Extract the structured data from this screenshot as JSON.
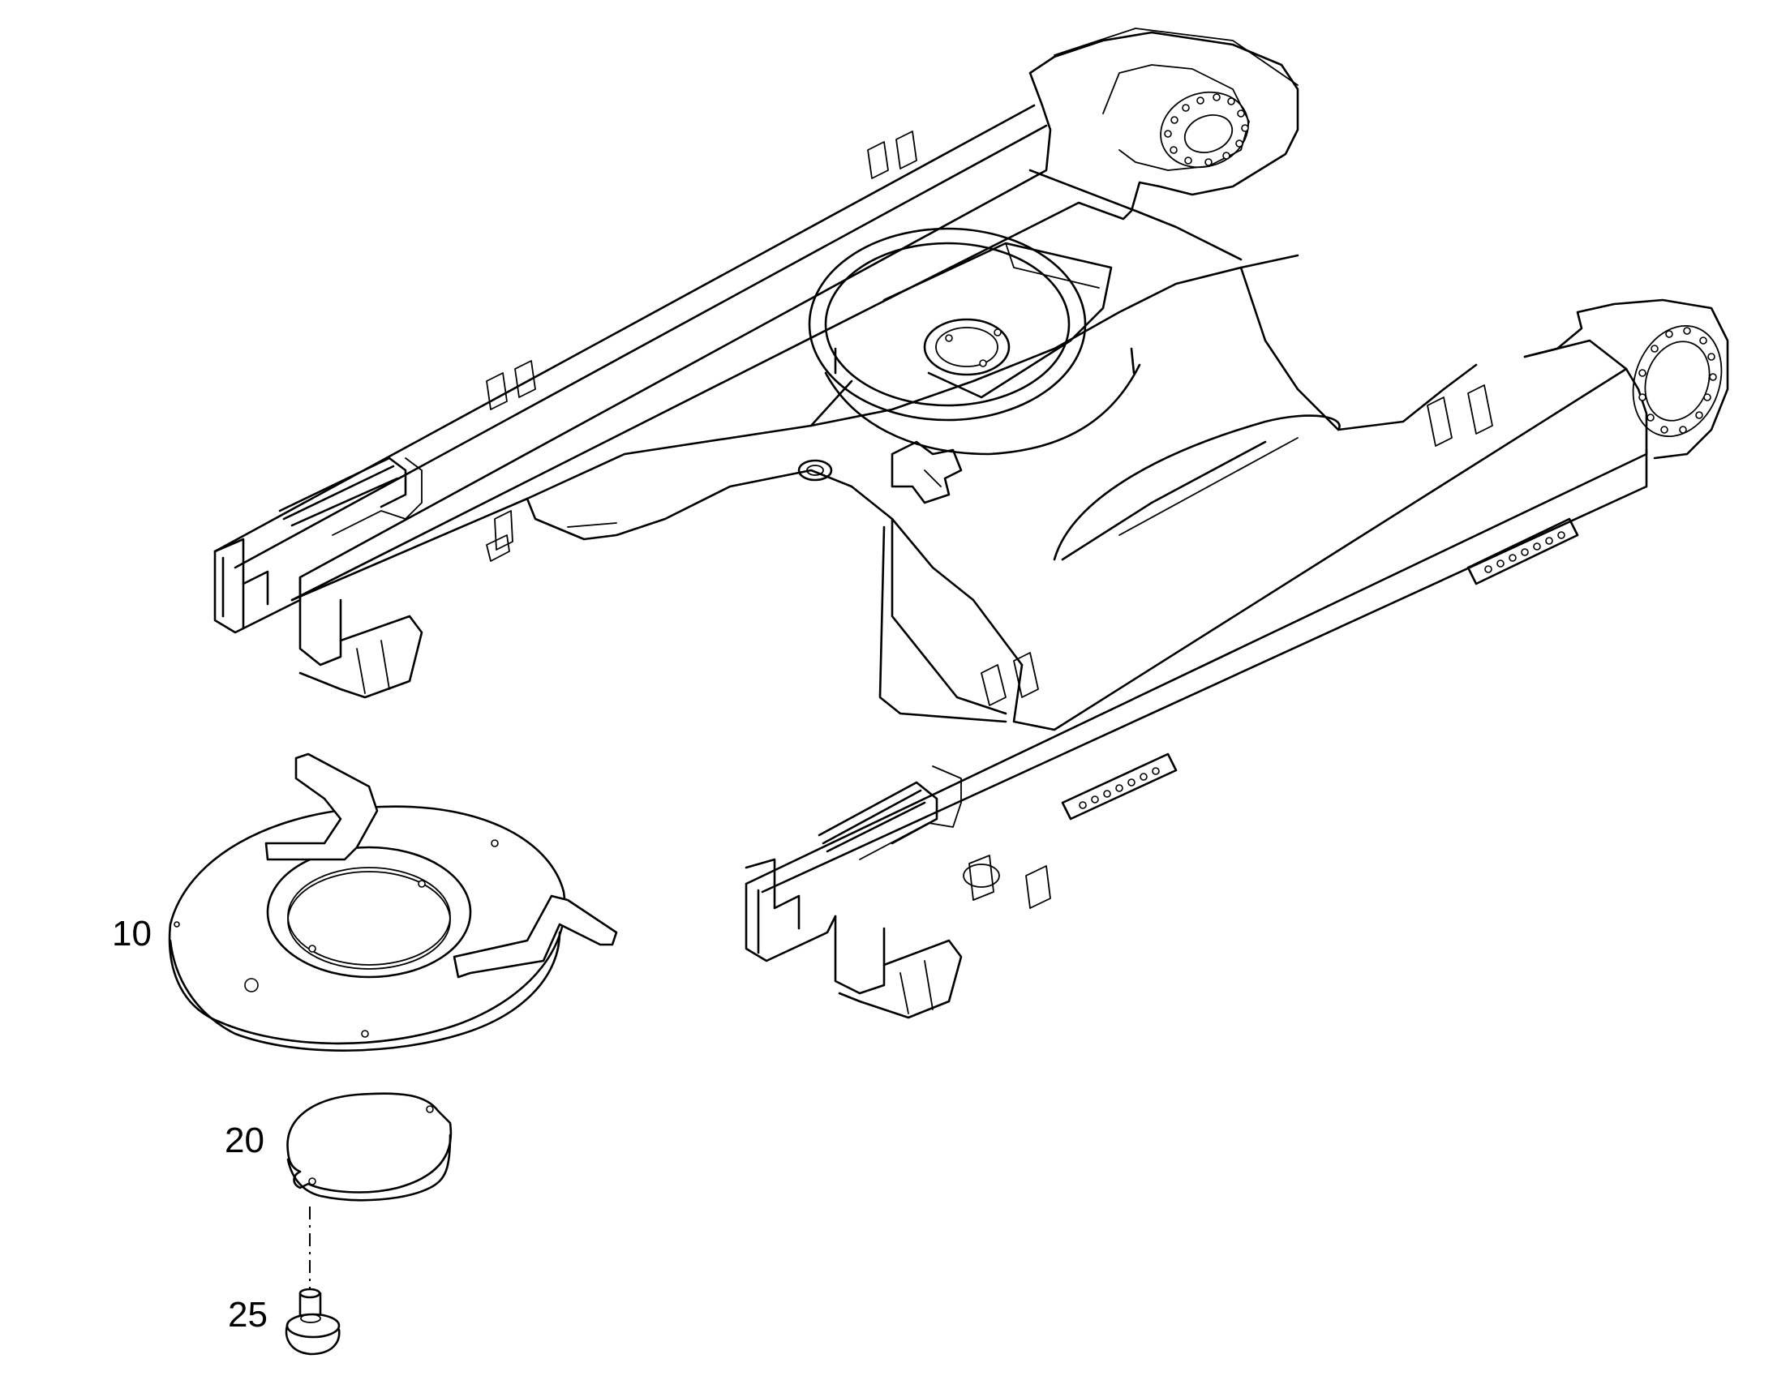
{
  "parts": [
    {
      "id": "part-10",
      "number": "10",
      "description": ""
    },
    {
      "id": "part-20",
      "number": "20",
      "description": ""
    },
    {
      "id": "part-25",
      "number": "25",
      "description": ""
    }
  ],
  "colors": {
    "line": "#000000",
    "background": "#ffffff"
  }
}
